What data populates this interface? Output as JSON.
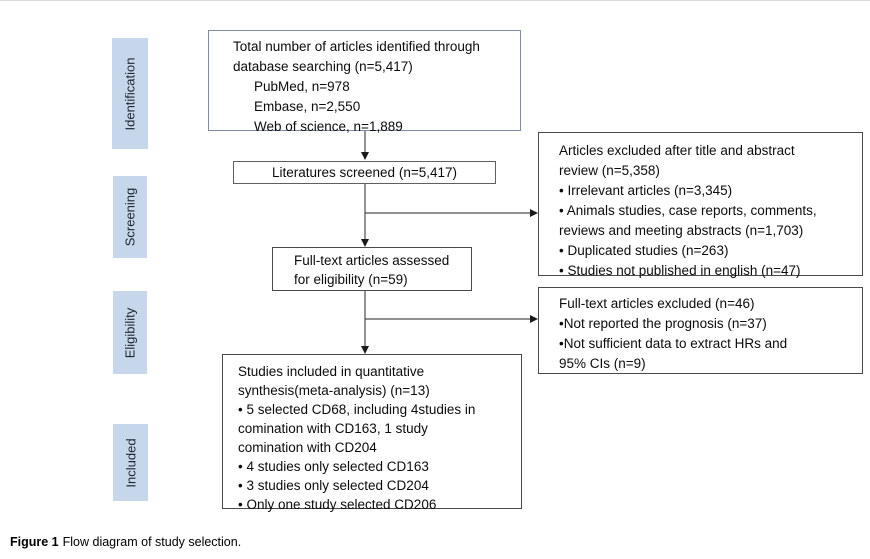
{
  "stages": [
    {
      "label": "Identification"
    },
    {
      "label": "Screening"
    },
    {
      "label": "Eligibility"
    },
    {
      "label": "Included"
    }
  ],
  "boxes": {
    "identified": {
      "lines": [
        "Total number of articles identified through",
        "database searching (n=5,417)",
        "PubMed, n=978",
        "Embase, n=2,550",
        "Web of science, n=1,889"
      ]
    },
    "screened": {
      "label": "Literatures screened (n=5,417)"
    },
    "excluded_title_abstract": {
      "lines": [
        "Articles excluded after title and abstract",
        "review (n=5,358)",
        "• Irrelevant articles (n=3,345)",
        "• Animals studies, case reports, comments,",
        "reviews and meeting abstracts (n=1,703)",
        "• Duplicated studies (n=263)",
        "• Studies not published in english (n=47)"
      ]
    },
    "fulltext": {
      "lines": [
        "Full-text articles assessed",
        "for eligibility (n=59)"
      ]
    },
    "excluded_fulltext": {
      "lines": [
        "Full-text articles excluded (n=46)",
        "•Not reported the prognosis (n=37)",
        "•Not sufficient data to extract HRs and",
        "95% CIs (n=9)"
      ]
    },
    "included": {
      "lines": [
        "Studies included in quantitative",
        "synthesis(meta-analysis) (n=13)",
        "• 5 selected CD68, including 4studies in",
        "comination with CD163, 1 study",
        "comination with CD204",
        "• 4 studies only selected CD163",
        "• 3 studies only selected CD204",
        "• Only one study selected CD206"
      ]
    }
  },
  "caption": {
    "bold": "Figure 1",
    "text": "Flow diagram of study selection."
  },
  "colors": {
    "stage_label_fill": "#c6d7eb",
    "stage_label_text": "#1c2531",
    "box_border_dark": "#4a4a4a",
    "box_border_top_box": "#7e8da3",
    "arrow_line": "#4d4d4d",
    "background": "#ffffff"
  }
}
